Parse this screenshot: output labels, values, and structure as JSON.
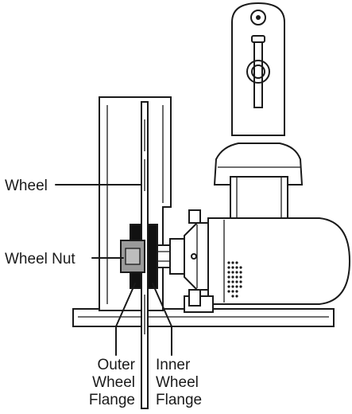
{
  "labels": {
    "wheel": "Wheel",
    "wheel_nut": "Wheel Nut",
    "outer_flange": [
      "Outer",
      "Wheel",
      "Flange"
    ],
    "inner_flange": [
      "Inner",
      "Wheel",
      "Flange"
    ]
  },
  "colors": {
    "line": "#1a1a1a",
    "flange_fill": "#111111",
    "nut_fill": "#9a9a9a",
    "background": "#ffffff"
  }
}
